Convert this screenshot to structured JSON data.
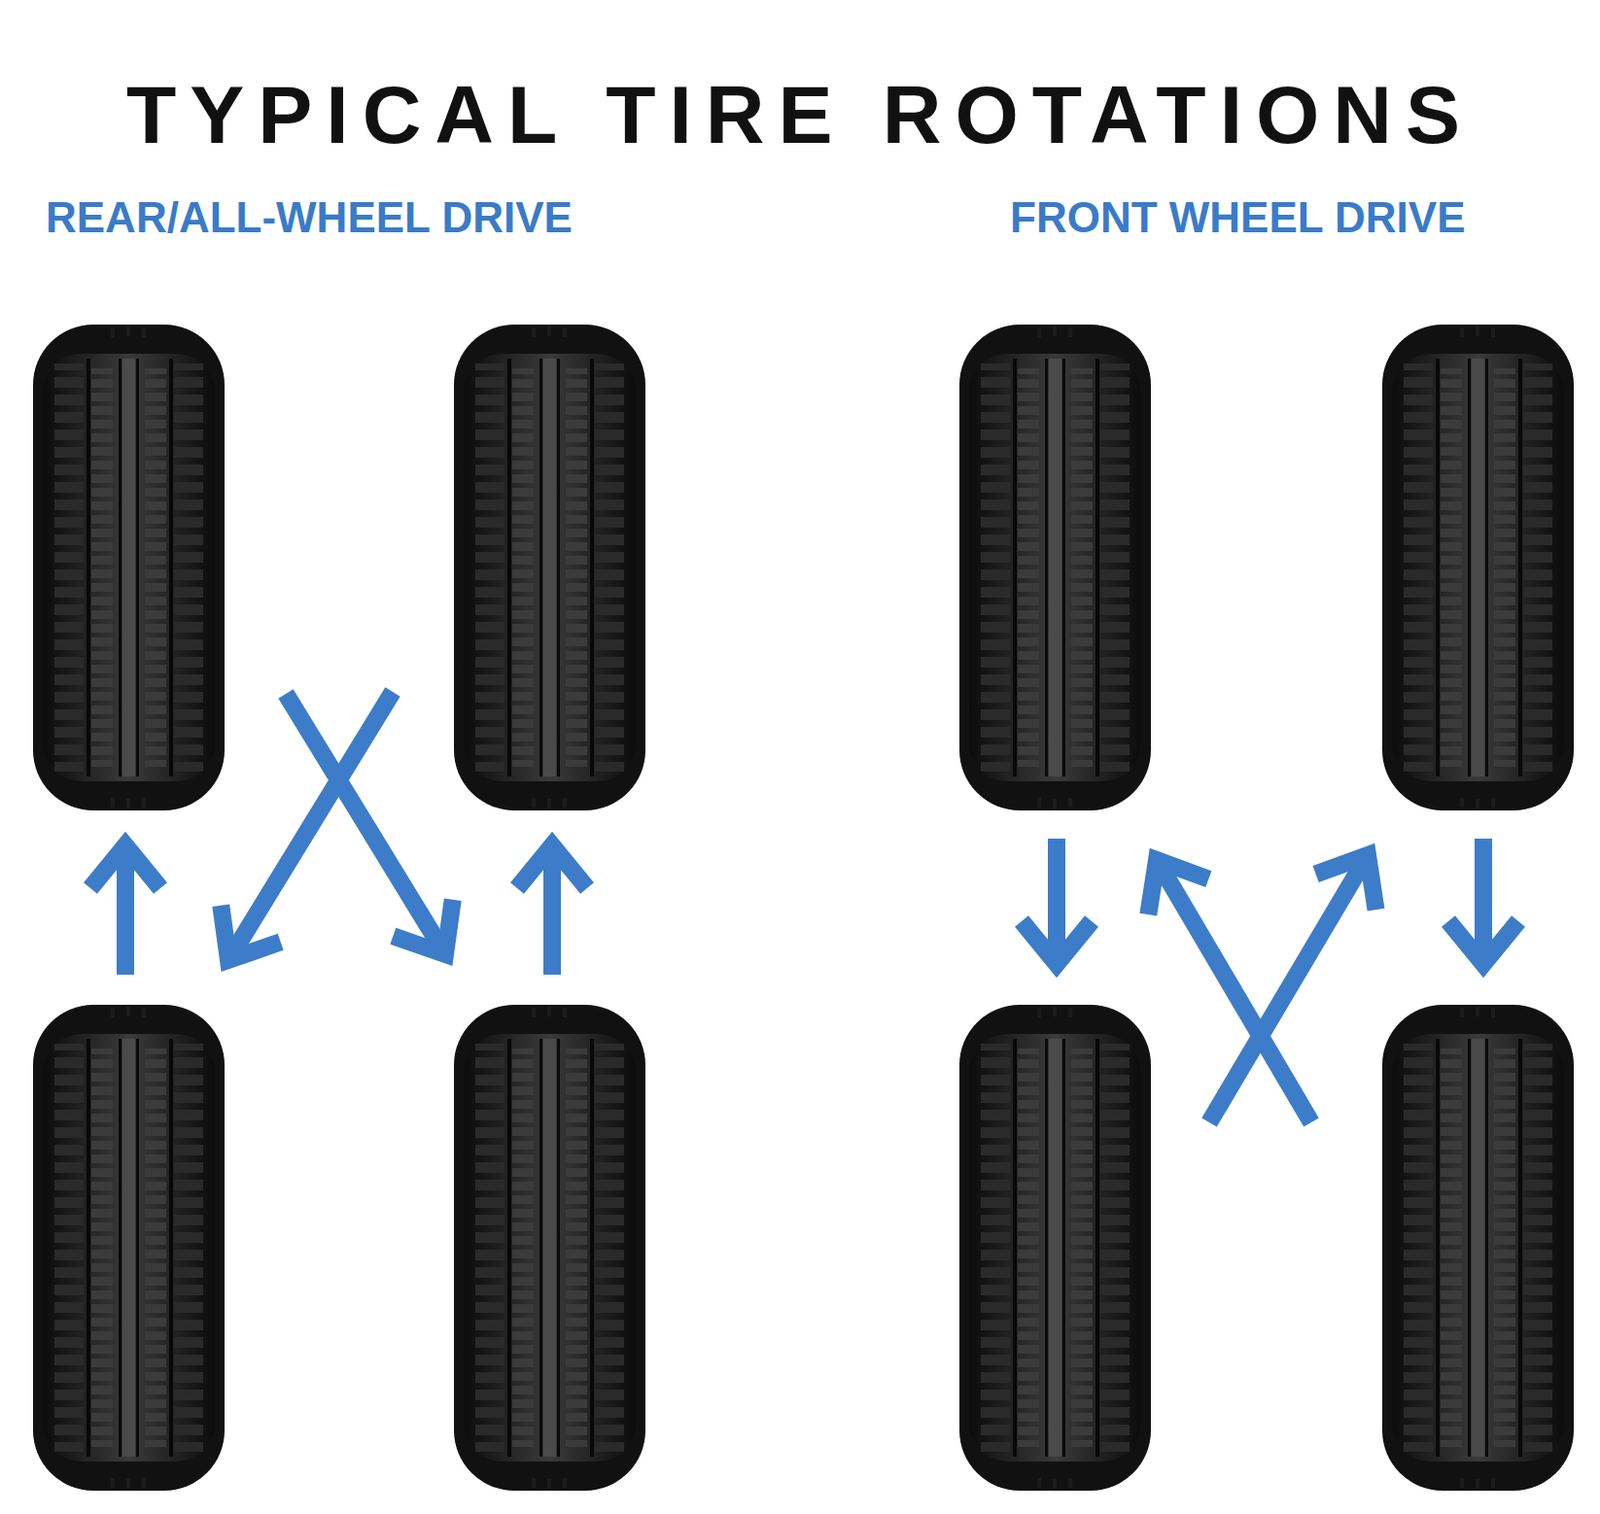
{
  "diagram": {
    "title": "TYPICAL TIRE ROTATIONS",
    "labels": [
      "REAR/ALL-WHEEL DRIVE",
      "FRONT WHEEL DRIVE"
    ]
  }
}
